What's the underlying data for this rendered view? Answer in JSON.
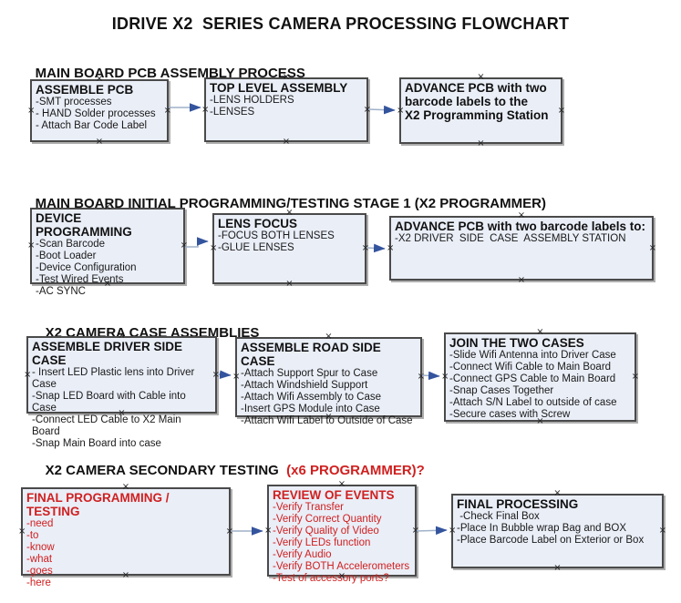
{
  "title": "IDRIVE X2  SERIES CAMERA PROCESSING FLOWCHART",
  "sections": [
    {
      "heading": "MAIN BOARD PCB ASSEMBLY PROCESS",
      "boxes": [
        {
          "title": "ASSEMBLE PCB",
          "lines": [
            "-SMT processes",
            "- HAND Solder processes",
            "- Attach Bar Code Label"
          ]
        },
        {
          "title": "TOP LEVEL ASSEMBLY",
          "lines": [
            "-LENS HOLDERS",
            "-LENSES"
          ]
        },
        {
          "title": "ADVANCE PCB with two\nbarcode labels to the\n X2 Programming Station",
          "lines": []
        }
      ]
    },
    {
      "heading": "MAIN BOARD INITIAL PROGRAMMING/TESTING STAGE 1 (X2 PROGRAMMER)",
      "boxes": [
        {
          "title": "DEVICE PROGRAMMING",
          "lines": [
            "-Scan Barcode",
            "-Boot Loader",
            "-Device Configuration",
            "-Test Wired Events",
            "-AC SYNC"
          ]
        },
        {
          "title": "LENS FOCUS",
          "lines": [
            "-FOCUS BOTH LENSES",
            "-GLUE LENSES"
          ]
        },
        {
          "title": "ADVANCE PCB with two barcode labels to:",
          "lines": [
            "-X2 DRIVER  SIDE  CASE  ASSEMBLY STATION"
          ]
        }
      ]
    },
    {
      "heading": "X2 CAMERA CASE ASSEMBLIES",
      "boxes": [
        {
          "title": "ASSEMBLE DRIVER SIDE CASE",
          "lines": [
            "- Insert LED Plastic lens into Driver Case",
            "-Snap LED Board with Cable into Case",
            "-Connect LED Cable to X2 Main Board",
            "-Snap Main Board into case"
          ]
        },
        {
          "title": "ASSEMBLE ROAD SIDE CASE",
          "lines": [
            "-Attach Support Spur to Case",
            "-Attach Windshield Support",
            "-Attach Wifi Assembly to Case",
            "-Insert GPS Module into Case",
            "-Attach Wifi Label to Outside of Case"
          ]
        },
        {
          "title": "JOIN THE TWO CASES",
          "lines": [
            "-Slide Wifi Antenna into Driver Case",
            "-Connect Wifi Cable to Main Board",
            "-Connect GPS Cable to Main Board",
            "-Snap Cases Together",
            "-Attach S/N Label to outside of case",
            "-Secure cases with Screw"
          ]
        }
      ]
    },
    {
      "heading": "X2 CAMERA SECONDARY TESTING",
      "heading_suffix": "  (x6 PROGRAMMER)?",
      "boxes": [
        {
          "title": "FINAL PROGRAMMING / TESTING",
          "lines": [
            "-need",
            "-to",
            "-know",
            "-what",
            "-goes",
            "-here"
          ]
        },
        {
          "title": "REVIEW OF EVENTS",
          "lines": [
            "-Verify Transfer",
            "-Verify Correct Quantity",
            "-Verify Quality of Video",
            "-Verify LEDs function",
            "-Verify Audio",
            "-Verify BOTH Accelerometers",
            "-Test of accessory ports?"
          ]
        },
        {
          "title": "FINAL PROCESSING",
          "lines": [
            " -Check Final Box",
            "-Place In Bubble wrap Bag and BOX",
            "-Place Barcode Label on Exterior or Box"
          ]
        }
      ]
    }
  ],
  "colors": {
    "box_fill": "#e9eef7",
    "box_border": "#4a4a4a",
    "connector_line": "#9fb1c9",
    "connector_arrow": "#35549e",
    "red_text": "#d02020",
    "text": "#111111"
  }
}
